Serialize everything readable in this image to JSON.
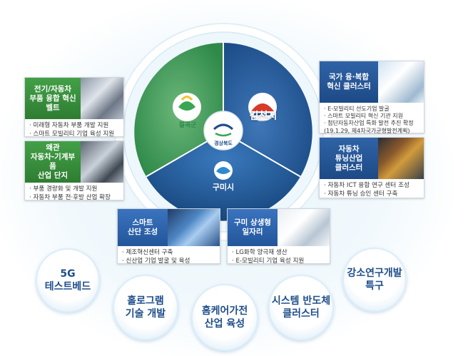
{
  "center": {
    "label": "경상북도",
    "regions": [
      {
        "name": "칠곡군",
        "color": "#2f8a49"
      },
      {
        "name": "김천시",
        "color": "#1f4e8c"
      },
      {
        "name": "구미시",
        "color": "#1f5f9e"
      }
    ]
  },
  "cards": {
    "ev_belt": {
      "title": "전기/자동차\n부품 융합 혁신\n벨트",
      "items": [
        "· 미래형 자동차 부품 개발 지원",
        "· 스마트 모빌리티 기업 육성 지원"
      ]
    },
    "waegwan": {
      "title": "왜관\n자동차-기계부품\n산업 단지",
      "items": [
        "· 부품 경량화 및 개발 지원",
        "· 자동차 부품 전·후방 산업 확장"
      ]
    },
    "convergence": {
      "title": "국가 융·복합\n혁신 클러스터",
      "items": [
        "· E-모빌리티 선도기업 발굴",
        "· 스마트 모빌리티 혁신 기관 지원",
        "· 첨단자동차산업 특화 발전 추진 확정",
        "  (19.1.29, 제4차국가균형발전계획)"
      ]
    },
    "tuning": {
      "title": "자동차\n튜닝산업\n클러스터",
      "items": [
        "· 자동차 ICT 융합 연구 센터 조성",
        "· 자동차 튜닝 승인 센터 구축"
      ]
    },
    "smart": {
      "title": "스마트\n산단 조성",
      "items": [
        "· 제조혁신센터 구축",
        "· 신산업 기업 발굴 및 육성"
      ]
    },
    "jobs": {
      "title": "구미 상생형\n일자리",
      "items": [
        "· LG화학 양극재 생산",
        "· E-모빌리티 기업 육성 지원"
      ]
    }
  },
  "circles": [
    "5G\n테스트베드",
    "홀로그램\n기술 개발",
    "홈케어가전\n산업 육성",
    "시스템 반도체\n클러스터",
    "강소연구개발\n특구"
  ]
}
